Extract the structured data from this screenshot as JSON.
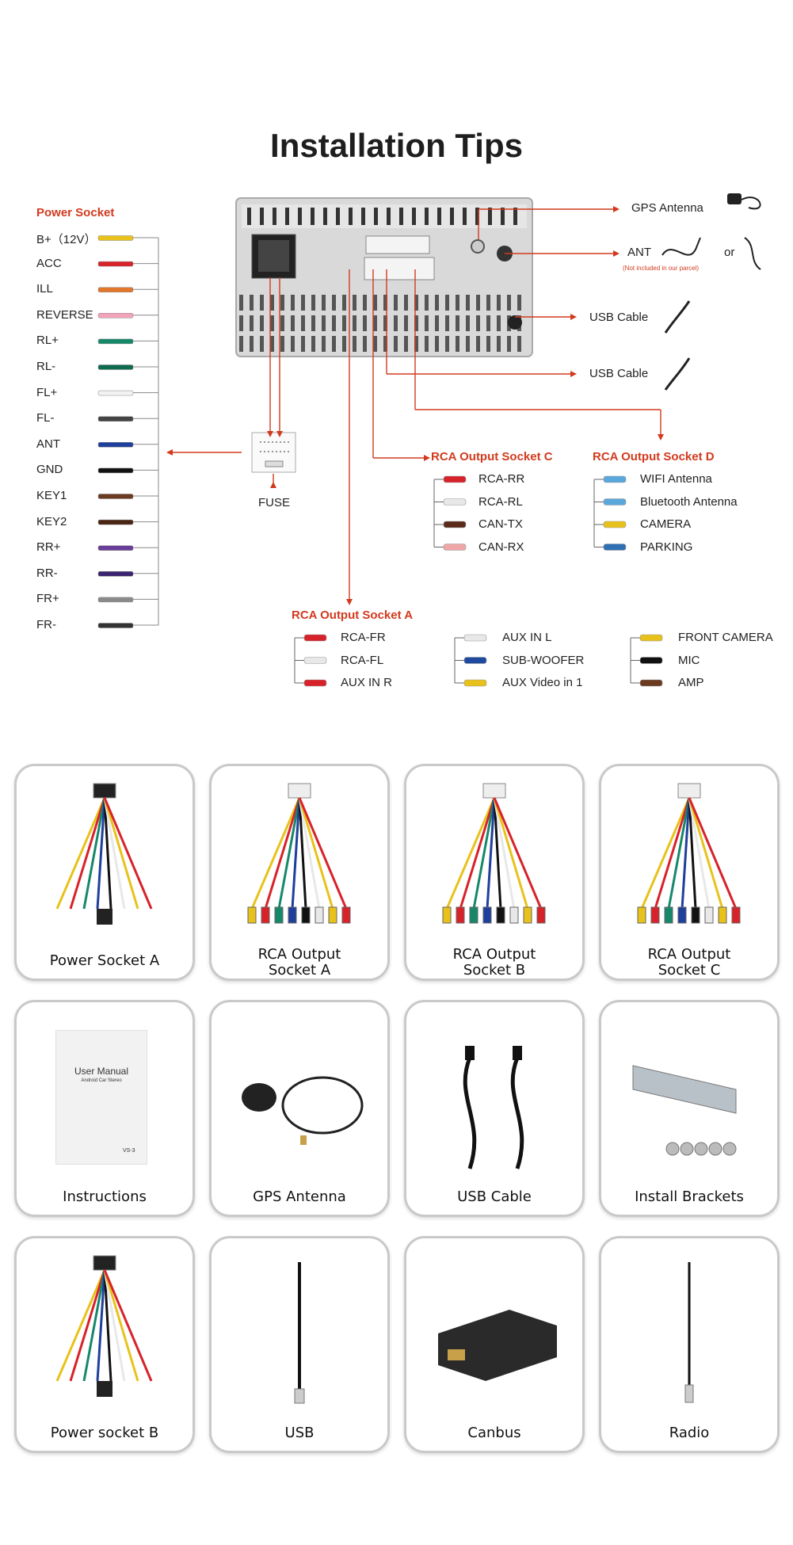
{
  "title": "Installation Tips",
  "power_socket": {
    "title": "Power Socket",
    "pins": [
      {
        "label": "B+（12V）",
        "color": "#e8c21a"
      },
      {
        "label": "ACC",
        "color": "#d8222a"
      },
      {
        "label": "ILL",
        "color": "#e2762a"
      },
      {
        "label": "REVERSE",
        "color": "#f2a3b9"
      },
      {
        "label": "RL+",
        "color": "#16886a"
      },
      {
        "label": "RL-",
        "color": "#0f6b4f"
      },
      {
        "label": "FL+",
        "color": "#f2f2f2"
      },
      {
        "label": "FL-",
        "color": "#444444"
      },
      {
        "label": "ANT",
        "color": "#1f3f9c"
      },
      {
        "label": "GND",
        "color": "#111111"
      },
      {
        "label": "KEY1",
        "color": "#6b3a20"
      },
      {
        "label": "KEY2",
        "color": "#4a2413"
      },
      {
        "label": "RR+",
        "color": "#6b3d9a"
      },
      {
        "label": "RR-",
        "color": "#3b2470"
      },
      {
        "label": "FR+",
        "color": "#8a8a8a"
      },
      {
        "label": "FR-",
        "color": "#333333"
      }
    ]
  },
  "fuse_label": "FUSE",
  "external": {
    "gps": "GPS Antenna",
    "ant": "ANT",
    "ant_note": "(Not included in our parcel)",
    "or": "or",
    "usb1": "USB  Cable",
    "usb2": "USB Cable"
  },
  "rca_c": {
    "title": "RCA Output Socket C",
    "items": [
      {
        "label": "RCA-RR",
        "color": "#d8222a"
      },
      {
        "label": "RCA-RL",
        "color": "#e8e8e8"
      },
      {
        "label": "CAN-TX",
        "color": "#5a2a1a"
      },
      {
        "label": "CAN-RX",
        "color": "#f0a6a6"
      }
    ]
  },
  "rca_d": {
    "title": "RCA Output Socket D",
    "items": [
      {
        "label": "WIFI Antenna",
        "color": "#5aa7dc"
      },
      {
        "label": "Bluetooth Antenna",
        "color": "#5aa7dc"
      },
      {
        "label": "CAMERA",
        "color": "#e8c21a"
      },
      {
        "label": "PARKING",
        "color": "#2f6fb3"
      }
    ]
  },
  "rca_a": {
    "title": "RCA Output Socket A",
    "col1": [
      {
        "label": "RCA-FR",
        "color": "#d8222a"
      },
      {
        "label": "RCA-FL",
        "color": "#e8e8e8"
      },
      {
        "label": "AUX IN R",
        "color": "#d8222a"
      }
    ],
    "col2": [
      {
        "label": "AUX IN L",
        "color": "#e8e8e8"
      },
      {
        "label": "SUB-WOOFER",
        "color": "#1f4aa0"
      },
      {
        "label": "AUX Video in 1",
        "color": "#e8c21a"
      }
    ],
    "col3": [
      {
        "label": "FRONT CAMERA",
        "color": "#e8c21a"
      },
      {
        "label": "MIC",
        "color": "#111111"
      },
      {
        "label": "AMP",
        "color": "#6b3a20"
      }
    ]
  },
  "manual": {
    "title": "User Manual",
    "subtitle": "Android Car Stereo",
    "code": "VS-3"
  },
  "cards": [
    {
      "line1": "Power Socket A",
      "line2": ""
    },
    {
      "line1": "RCA Output",
      "line2": "Socket A"
    },
    {
      "line1": "RCA Output",
      "line2": "Socket B"
    },
    {
      "line1": "RCA Output",
      "line2": "Socket C"
    },
    {
      "line1": "Instructions",
      "line2": ""
    },
    {
      "line1": "GPS Antenna",
      "line2": ""
    },
    {
      "line1": "USB Cable",
      "line2": ""
    },
    {
      "line1": "Install  Brackets",
      "line2": ""
    },
    {
      "line1": "Power socket B",
      "line2": ""
    },
    {
      "line1": "USB",
      "line2": ""
    },
    {
      "line1": "Canbus",
      "line2": ""
    },
    {
      "line1": "Radio",
      "line2": ""
    }
  ]
}
